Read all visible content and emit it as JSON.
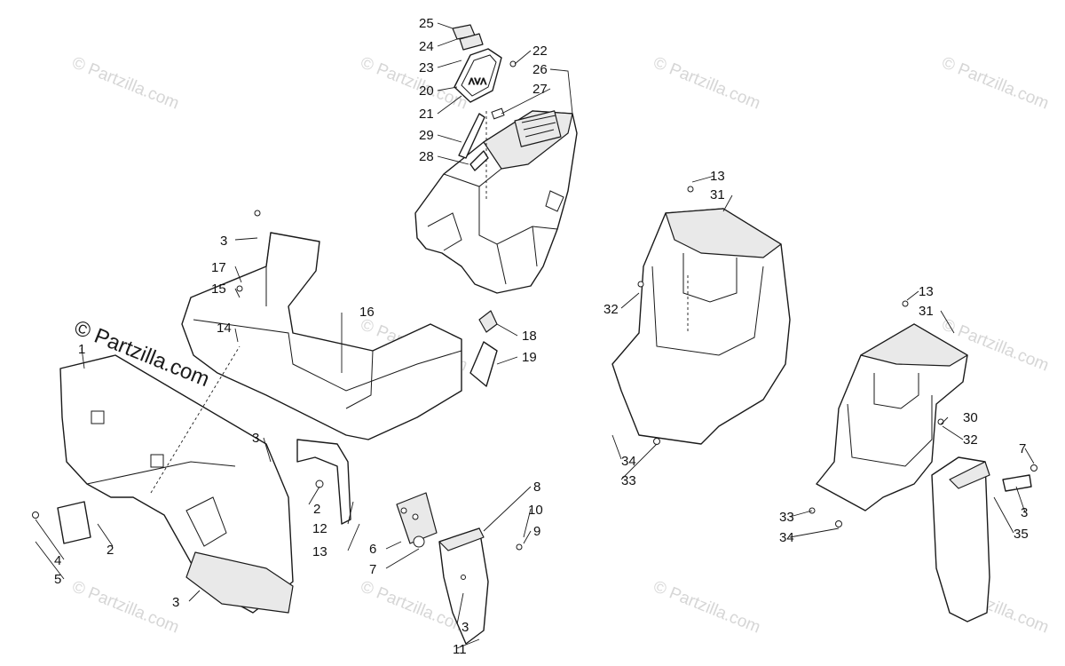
{
  "watermark": {
    "text": "© Partzilla.com",
    "brand_label": "© Partzilla.com"
  },
  "callouts": [
    "1",
    "2",
    "3",
    "4",
    "5",
    "6",
    "7",
    "8",
    "9",
    "10",
    "11",
    "12",
    "13",
    "14",
    "15",
    "16",
    "17",
    "18",
    "19",
    "20",
    "21",
    "22",
    "23",
    "24",
    "25",
    "26",
    "27",
    "28",
    "29",
    "30",
    "31",
    "32",
    "33",
    "34",
    "35"
  ],
  "labels": [
    {
      "t": "25"
    },
    {
      "t": "24"
    },
    {
      "t": "23"
    },
    {
      "t": "20"
    },
    {
      "t": "21"
    },
    {
      "t": "29"
    },
    {
      "t": "28"
    },
    {
      "t": "22"
    },
    {
      "t": "26"
    },
    {
      "t": "27"
    },
    {
      "t": "3"
    },
    {
      "t": "17"
    },
    {
      "t": "15"
    },
    {
      "t": "16"
    },
    {
      "t": "14"
    },
    {
      "t": "1"
    },
    {
      "t": "18"
    },
    {
      "t": "19"
    },
    {
      "t": "3"
    },
    {
      "t": "2"
    },
    {
      "t": "12"
    },
    {
      "t": "13"
    },
    {
      "t": "4"
    },
    {
      "t": "5"
    },
    {
      "t": "2"
    },
    {
      "t": "3"
    },
    {
      "t": "6"
    },
    {
      "t": "7"
    },
    {
      "t": "8"
    },
    {
      "t": "10"
    },
    {
      "t": "9"
    },
    {
      "t": "3"
    },
    {
      "t": "11"
    },
    {
      "t": "13"
    },
    {
      "t": "31"
    },
    {
      "t": "32"
    },
    {
      "t": "34"
    },
    {
      "t": "33"
    },
    {
      "t": "13"
    },
    {
      "t": "31"
    },
    {
      "t": "30"
    },
    {
      "t": "32"
    },
    {
      "t": "7"
    },
    {
      "t": "3"
    },
    {
      "t": "35"
    },
    {
      "t": "33"
    },
    {
      "t": "34"
    }
  ]
}
